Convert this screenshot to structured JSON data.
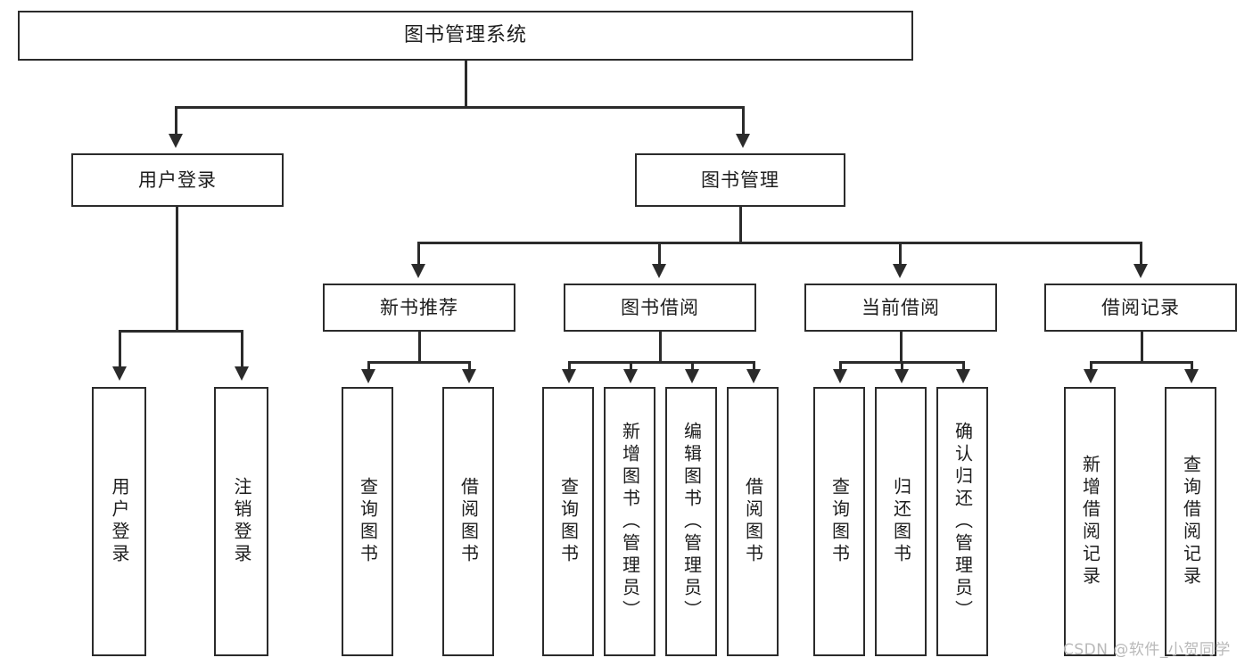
{
  "diagram": {
    "title": "图书管理系统",
    "watermark": "CSDN @软件_小贺同学",
    "line_color": "#2b2b2b",
    "box_fill": "#ffffff",
    "text_color": "#1d1d1d",
    "watermark_color": "#b9b9b9",
    "root": {
      "label": "图书管理系统"
    },
    "level1": [
      {
        "label": "用户登录"
      },
      {
        "label": "图书管理"
      }
    ],
    "level2": [
      {
        "label": "新书推荐"
      },
      {
        "label": "图书借阅"
      },
      {
        "label": "当前借阅"
      },
      {
        "label": "借阅记录"
      }
    ],
    "leaves": {
      "user_login": [
        {
          "label": "用户登录"
        },
        {
          "label": "注销登录"
        }
      ],
      "new_book": [
        {
          "label": "查询图书"
        },
        {
          "label": "借阅图书"
        }
      ],
      "book_borrow": [
        {
          "label": "查询图书"
        },
        {
          "label": "新增图书（管理员）"
        },
        {
          "label": "编辑图书（管理员）"
        },
        {
          "label": "借阅图书"
        }
      ],
      "current_borrow": [
        {
          "label": "查询图书"
        },
        {
          "label": "归还图书"
        },
        {
          "label": "确认归还（管理员）"
        }
      ],
      "borrow_record": [
        {
          "label": "新增借阅记录"
        },
        {
          "label": "查询借阅记录"
        }
      ]
    }
  }
}
